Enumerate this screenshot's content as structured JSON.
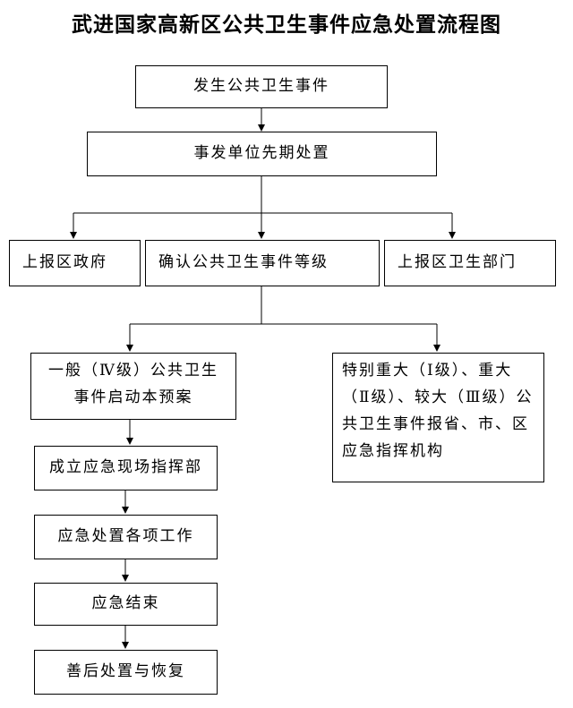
{
  "title": "武进国家高新区公共卫生事件应急处置流程图",
  "steps": {
    "occur": "发生公共卫生事件",
    "initial": "事发单位先期处置",
    "report_gov": "上报区政府",
    "confirm_level": "确认公共卫生事件等级",
    "report_health": "上报区卫生部门",
    "general_level": "一般（Ⅳ级）公共卫生事件启动本预案",
    "serious_level": "特别重大（Ⅰ级）、重大（Ⅱ级）、较大（Ⅲ级）公共卫生事件报省、市、区应急指挥机构",
    "command": "成立应急现场指挥部",
    "tasks": "应急处置各项工作",
    "end": "应急结束",
    "recovery": "善后处置与恢复"
  }
}
